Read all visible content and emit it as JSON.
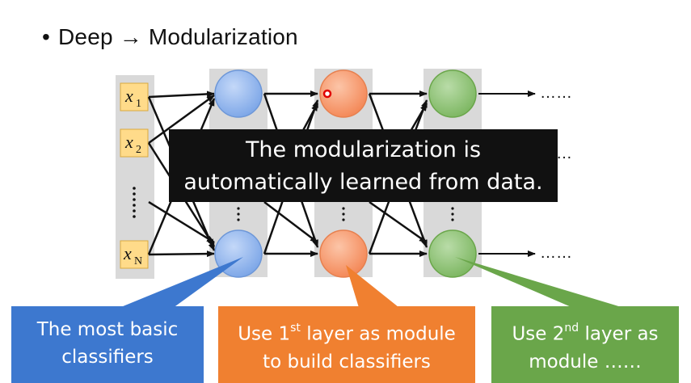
{
  "slide": {
    "bullet": "•",
    "title": "Deep → Modularization"
  },
  "inputs": [
    {
      "var": "x",
      "sub": "1"
    },
    {
      "var": "x",
      "sub": "2"
    },
    {
      "var": "x",
      "sub": "N"
    }
  ],
  "continuation": "……",
  "overlay": {
    "line1": "The modularization is",
    "line2": "automatically learned from data."
  },
  "callouts": {
    "blue": {
      "line1": "The most basic",
      "line2": "classifiers"
    },
    "orange": {
      "line1_pre": "Use 1",
      "line1_sup": "st",
      "line1_post": " layer as module",
      "line2": "to build classifiers"
    },
    "green": {
      "line1_pre": "Use 2",
      "line1_sup": "nd",
      "line1_post": " layer as",
      "line2": "module ……"
    }
  },
  "colors": {
    "layer1": "#a4c2f4",
    "layer2": "#f8ab86",
    "layer3": "#9fcd8a",
    "input_box": "#ffdb8a",
    "blue_box": "#3d78cf",
    "orange_box": "#f08030",
    "green_box": "#6aa64a"
  }
}
